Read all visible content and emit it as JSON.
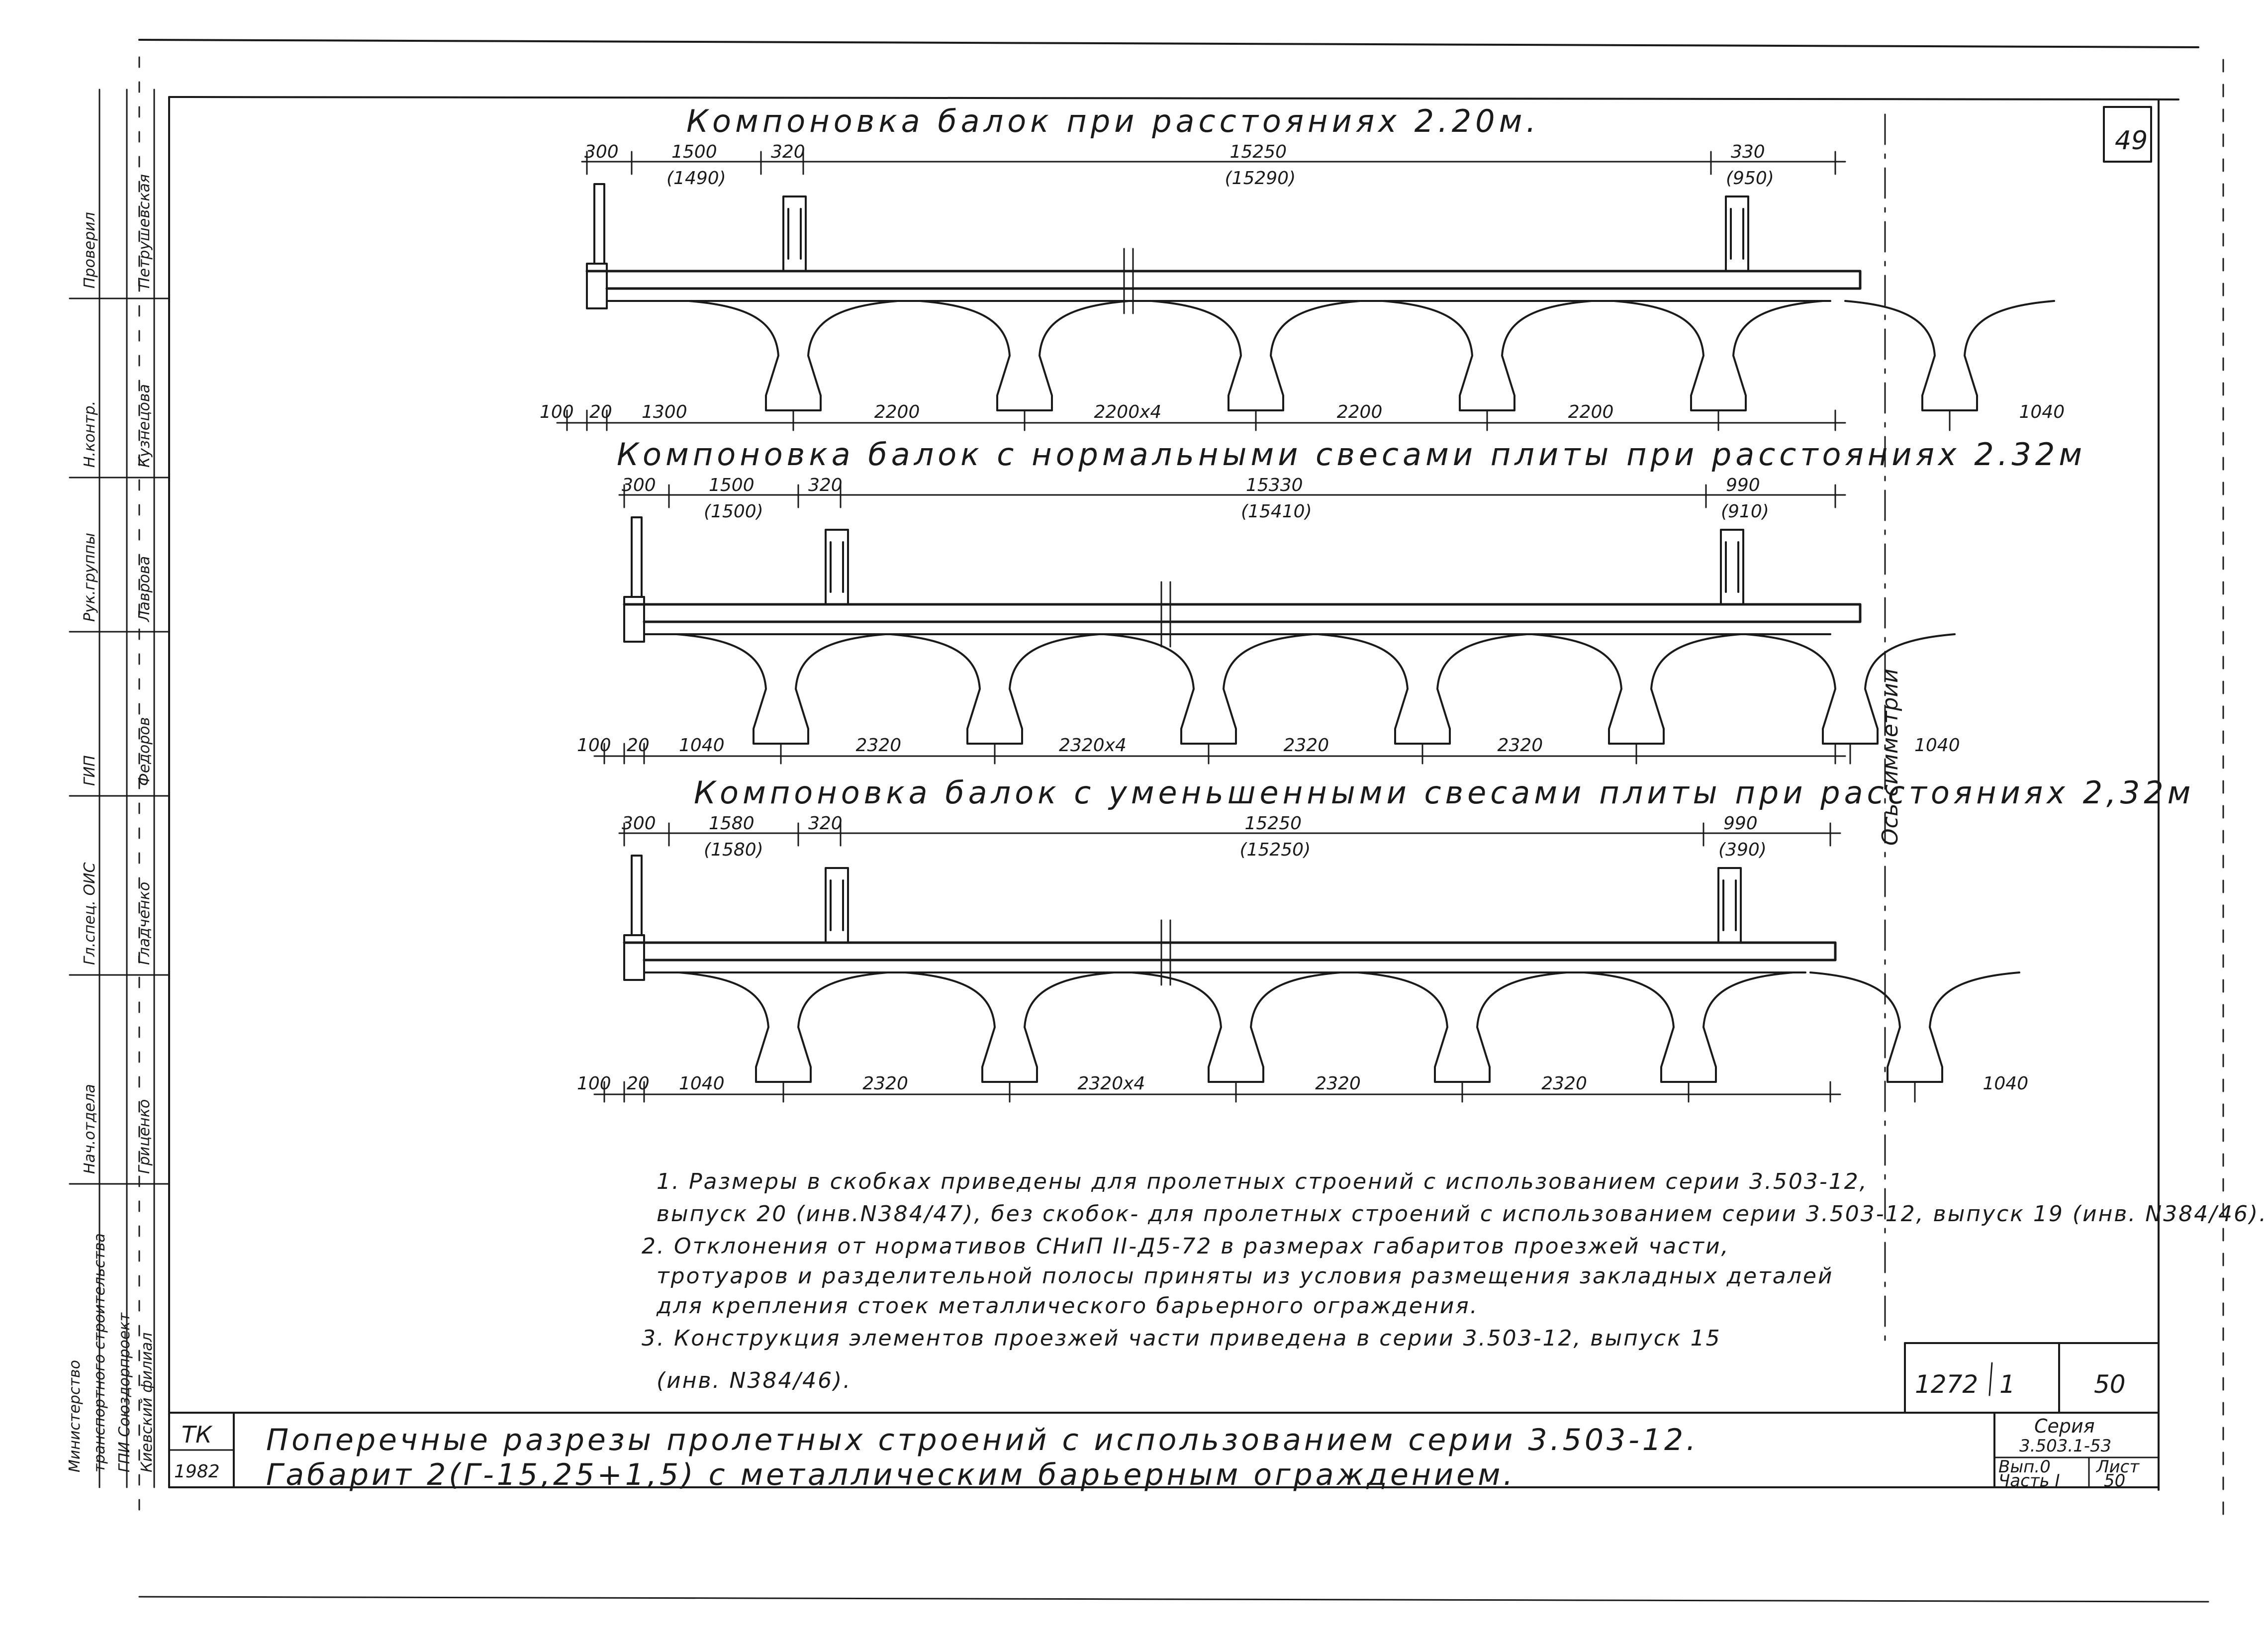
{
  "sheet": {
    "corner_number": "49",
    "sections": [
      {
        "title": "Компоновка балок при расстояниях 2.20м.",
        "top_dims": [
          {
            "main": "300"
          },
          {
            "main": "1500",
            "alt": "(1490)"
          },
          {
            "main": "320"
          },
          {
            "main": "15250",
            "alt": "(15290)"
          },
          {
            "main": "330",
            "alt": "(950)"
          }
        ],
        "bottom_dims": [
          "100",
          "20",
          "1300",
          "2200",
          "2200x4",
          "2200",
          "2200",
          "1040"
        ]
      },
      {
        "title": "Компоновка балок с нормальными свесами плиты при расстояниях 2.32м",
        "top_dims": [
          {
            "main": "300"
          },
          {
            "main": "1500",
            "alt": "(1500)"
          },
          {
            "main": "320"
          },
          {
            "main": "15330",
            "alt": "(15410)"
          },
          {
            "main": "990",
            "alt": "(910)"
          }
        ],
        "bottom_dims": [
          "100",
          "20",
          "1040",
          "2320",
          "2320x4",
          "2320",
          "2320",
          "1040"
        ]
      },
      {
        "title": "Компоновка балок с уменьшенными свесами плиты при расстояниях 2,32м",
        "top_dims": [
          {
            "main": "300"
          },
          {
            "main": "1580",
            "alt": "(1580)"
          },
          {
            "main": "320"
          },
          {
            "main": "15250",
            "alt": "(15250)"
          },
          {
            "main": "990",
            "alt": "(390)"
          }
        ],
        "bottom_dims": [
          "100",
          "20",
          "1040",
          "2320",
          "2320x4",
          "2320",
          "2320",
          "1040"
        ]
      }
    ],
    "axis_label": "Ось симметрии",
    "notes": [
      "1. Размеры в скобках приведены для пролетных строений с использованием серии 3.503-12,",
      "выпуск 20 (инв.N384/47), без скобок- для пролетных строений с использованием серии 3.503-12, выпуск 19 (инв. N384/46).",
      "2. Отклонения от нормативов СНиП II-Д5-72 в размерах габаритов проезжей части,",
      "тротуаров и разделительной полосы приняты из условия размещения закладных деталей",
      "для крепления стоек металлического барьерного ограждения.",
      "3. Конструкция элементов проезжей части приведена в серии 3.503-12, выпуск 15",
      "(инв. N384/46)."
    ],
    "stamp": {
      "code": "1272",
      "code_sub": "1",
      "page": "50",
      "org_short": "ТК",
      "year": "1982",
      "title_line1": "Поперечные разрезы пролетных строений с использованием серии 3.503-12.",
      "title_line2": "Габарит 2(Г-15,25+1,5) с металлическим барьерным ограждением.",
      "series_label": "Серия",
      "series_value": "3.503.1-53",
      "issue_label": "Вып.0",
      "part_label": "Часть I",
      "sheet_label": "Лист",
      "sheet_value": "50"
    },
    "side_labels": [
      "Нач.отдела",
      "Гл.спец. ОИС",
      "ГИП",
      "Рук.группы",
      "Н.контр.",
      "Проверил"
    ],
    "side_names": [
      "Гриценко",
      "Гладченко",
      "Федоров",
      "Лаврова",
      "Кузнецова",
      "Петрушевская"
    ],
    "side_org": [
      "Министерство",
      "транспортного строительства",
      "ГПИ Союздорпроект",
      "Киевский филиал"
    ]
  }
}
